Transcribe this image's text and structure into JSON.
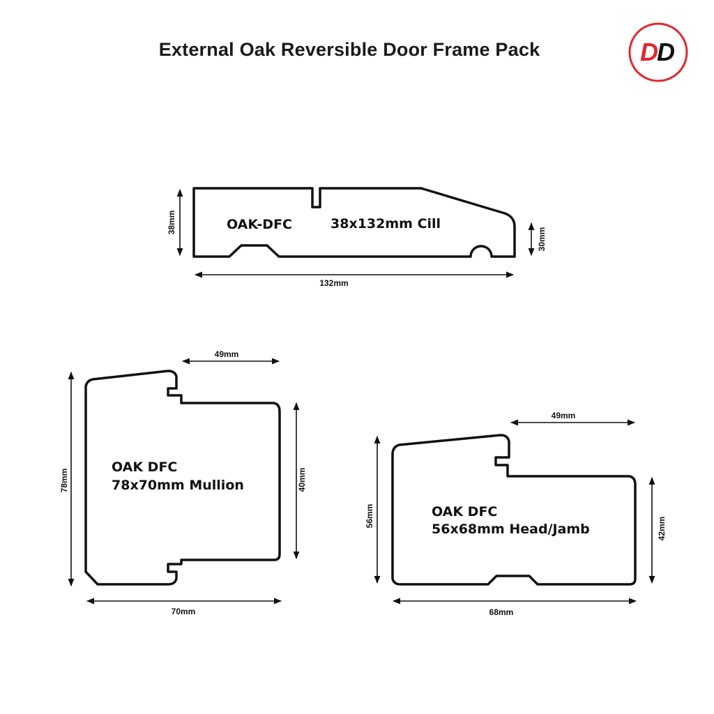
{
  "header": {
    "title": "External Oak Reversible Door Frame Pack",
    "logo_text": "DD"
  },
  "colors": {
    "logo_ring": "#e3262d",
    "logo_d1": "#e3262d",
    "logo_d2": "#111111",
    "outline": "#111111"
  },
  "cill": {
    "code": "OAK-DFC",
    "label": "38x132mm Cill",
    "dim_height": "38mm",
    "dim_height_right": "30mm",
    "dim_width": "132mm"
  },
  "mullion": {
    "line1": "OAK DFC",
    "line2": "78x70mm Mullion",
    "dim_top": "49mm",
    "dim_left": "78mm",
    "dim_right": "40mm",
    "dim_bottom": "70mm"
  },
  "head_jamb": {
    "line1": "OAK DFC",
    "line2": "56x68mm Head/Jamb",
    "dim_top": "49mm",
    "dim_left": "56mm",
    "dim_right": "42mm",
    "dim_bottom": "68mm"
  }
}
